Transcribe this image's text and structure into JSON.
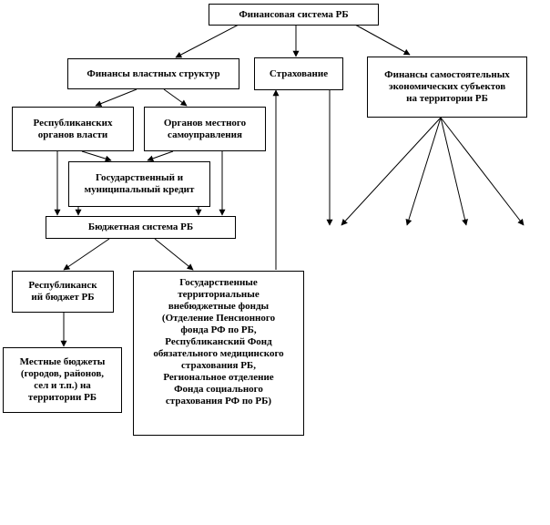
{
  "diagram": {
    "nodes": {
      "fin_system": "Финансовая система РБ",
      "fin_power": "Финансы властных  структур",
      "insurance": "Страхование",
      "fin_econ": "Финансы самостоятельных\nэкономических субъектов\nна территории РБ",
      "rep_gov": "Республиканских\nорганов власти",
      "local_gov": "Органов местного\nсамоуправления",
      "state_credit": "Государственный и\nмуниципальный кредит",
      "budget_system": "Бюджетная  система РБ",
      "rep_budget": "Республиканск\nий бюджет РБ",
      "funds": "Государственные\nтерриториальные\nвнебюджетные фонды\n(Отделение  Пенсионного\nфонда РФ по РБ,\nРеспубликанский Фонд\nобязательного медицинского\nстрахования  РБ,\nРегиональное отделение\nФонда социального\nстрахования  РФ по РБ)",
      "local_budgets": "Местные бюджеты\n(городов, районов,\nсел и т.п.)  на\nтерритории РБ"
    }
  }
}
